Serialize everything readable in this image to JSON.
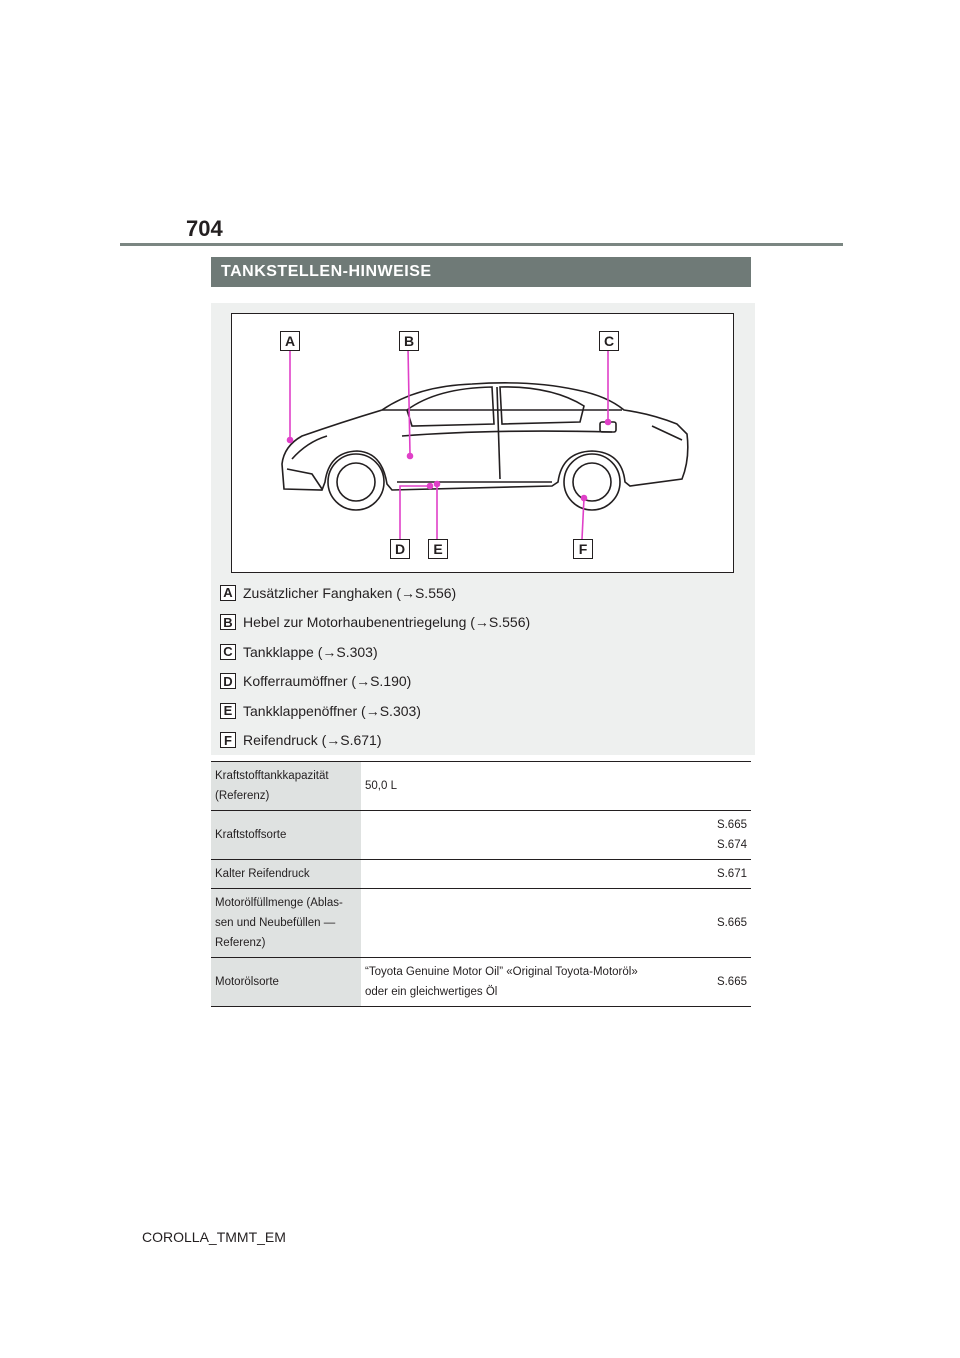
{
  "page": {
    "number": "704",
    "footer": "COROLLA_TMMT_EM"
  },
  "section": {
    "title": "TANKSTELLEN-HINWEISE"
  },
  "figure": {
    "callouts_top": [
      "A",
      "B",
      "C"
    ],
    "callouts_bottom": [
      "D",
      "E",
      "F"
    ],
    "accent_color": "#e040c8"
  },
  "legend": [
    {
      "key": "A",
      "text": "Zusätzlicher Fanghaken (→S.556)"
    },
    {
      "key": "B",
      "text": "Hebel zur Motorhaubenentriegelung (→S.556)"
    },
    {
      "key": "C",
      "text": "Tankklappe (→S.303)"
    },
    {
      "key": "D",
      "text": "Kofferraumöffner (→S.190)"
    },
    {
      "key": "E",
      "text": "Tankklappenöffner (→S.303)"
    },
    {
      "key": "F",
      "text": "Reifendruck (→S.671)"
    }
  ],
  "table": {
    "rows": [
      {
        "label_lines": [
          "Kraftstofftankkapazität",
          "(Referenz)"
        ],
        "value": "50,0 L",
        "refs": []
      },
      {
        "label_lines": [
          "Kraftstoffsorte"
        ],
        "value": "",
        "refs": [
          "S.665",
          "S.674"
        ]
      },
      {
        "label_lines": [
          "Kalter Reifendruck"
        ],
        "value": "",
        "refs": [
          "S.671"
        ]
      },
      {
        "label_lines": [
          "Motorölfüllmenge (Ablas-",
          "sen und Neubefüllen —",
          "Referenz)"
        ],
        "value": "",
        "refs": [
          "S.665"
        ]
      },
      {
        "label_lines": [
          "Motorölsorte"
        ],
        "value_lines": [
          "“Toyota Genuine Motor Oil” «Original Toyota-Motoröl»",
          "oder ein gleichwertiges Öl"
        ],
        "refs": [
          "S.665"
        ]
      }
    ]
  }
}
